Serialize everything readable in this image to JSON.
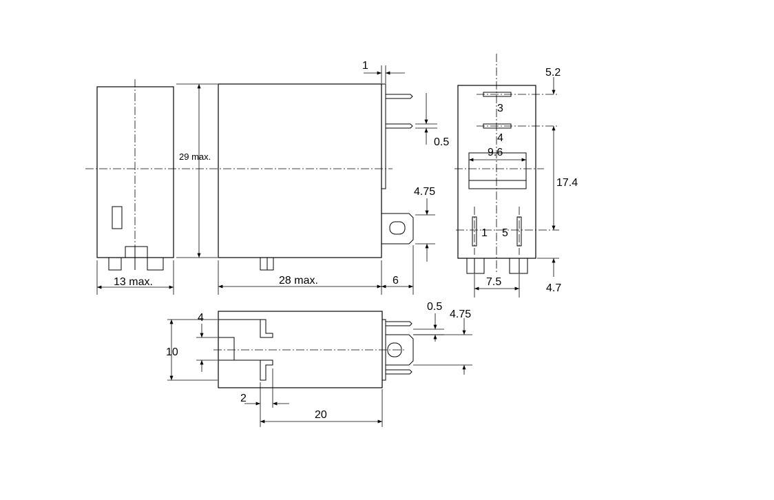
{
  "dimensions": {
    "width_max": "13 max.",
    "height_max": "29 max.",
    "length_max": "28 max.",
    "flange_thickness": "1",
    "pin_thickness": "0.5",
    "bracket_hole": "4.75",
    "bracket_depth": "6",
    "pin_pitch_top": "5.2",
    "pin_pitch_vertical": "17.4",
    "pin_offset_bottom": "4.7",
    "slot_width": "9.6",
    "bottom_pitch": "7.5",
    "bottom_pin_thickness": "0.5",
    "bottom_hole": "4.75",
    "slot_depth": "4",
    "base_height": "10",
    "tab_width": "2",
    "tab_pitch": "20"
  },
  "terminals": {
    "t1": "1",
    "t3": "3",
    "t4": "4",
    "t5": "5"
  }
}
